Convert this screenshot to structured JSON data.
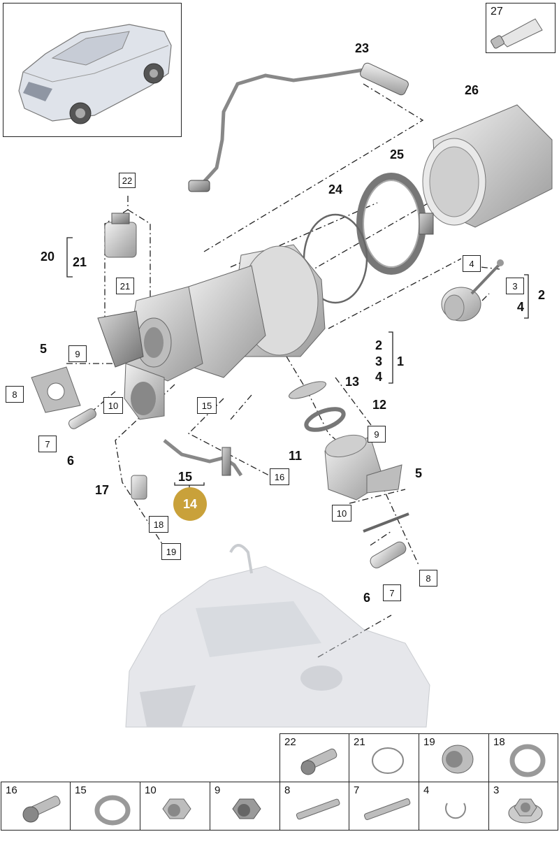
{
  "callouts": {
    "c1": "1",
    "c2a": "2",
    "c3a": "3",
    "c4a": "4",
    "c2b": "2",
    "c4b": "4",
    "c5a": "5",
    "c5b": "5",
    "c6a": "6",
    "c6b": "6",
    "c11": "11",
    "c12": "12",
    "c13": "13",
    "c15": "15",
    "c17": "17",
    "c20": "20",
    "c21": "21",
    "c23": "23",
    "c24": "24",
    "c25": "25",
    "c26": "26"
  },
  "boxed": {
    "b22": "22",
    "b21": "21",
    "b9a": "9",
    "b8a": "8",
    "b10a": "10",
    "b7a": "7",
    "b15": "15",
    "b16": "16",
    "b18": "18",
    "b19": "19",
    "b4": "4",
    "b3": "3",
    "b9b": "9",
    "b10b": "10",
    "b8b": "8",
    "b7b": "7"
  },
  "badge": "14",
  "inset_label": "27",
  "parts_top_row": [
    "22",
    "21",
    "19",
    "18"
  ],
  "parts_bottom_row": [
    "16",
    "15",
    "10",
    "9",
    "8",
    "7",
    "4",
    "3"
  ]
}
